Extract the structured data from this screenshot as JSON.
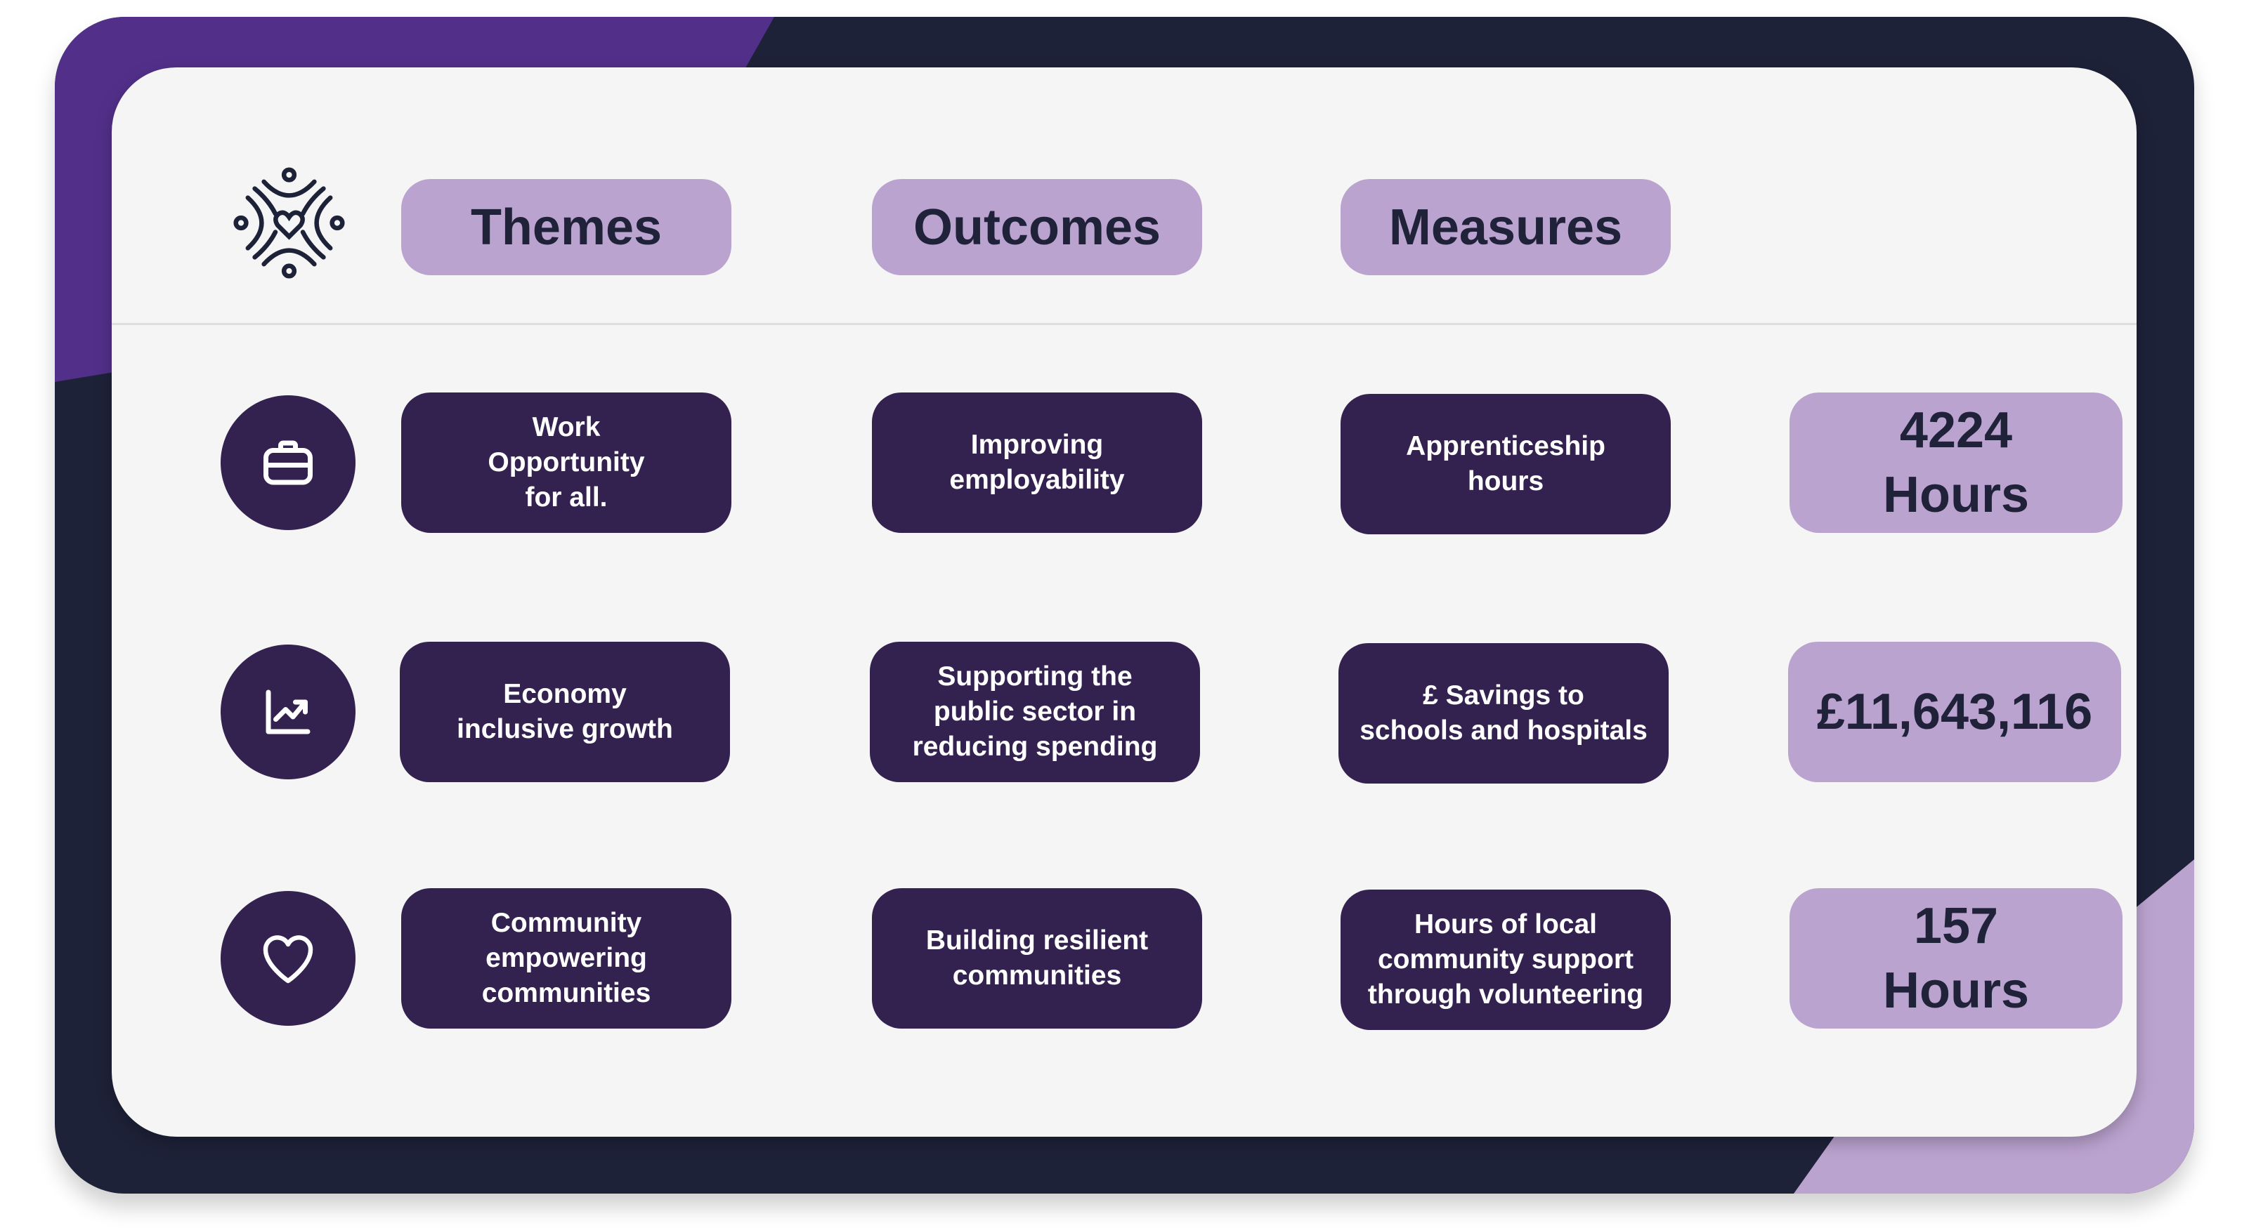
{
  "colors": {
    "frame": "#1e2239",
    "purple": "#52308a",
    "lavender": "#bba3cf",
    "pill_dark": "#33214f",
    "card": "#f5f5f5"
  },
  "headers": {
    "themes": "Themes",
    "outcomes": "Outcomes",
    "measures": "Measures"
  },
  "rows": [
    {
      "icon": "briefcase-icon",
      "theme": "Work\nOpportunity\nfor all.",
      "outcome": "Improving\nemployability",
      "measure": "Apprenticeship\nhours",
      "value": "4224\nHours"
    },
    {
      "icon": "chart-trend-icon",
      "theme": "Economy\ninclusive growth",
      "outcome": "Supporting the\npublic sector in\nreducing spending",
      "measure": "£ Savings to\nschools and hospitals",
      "value": "£11,643,116"
    },
    {
      "icon": "heart-icon",
      "theme": "Community\nempowering\ncommunities",
      "outcome": "Building resilient\ncommunities",
      "measure": "Hours of local\ncommunity support\nthrough volunteering",
      "value": "157\nHours"
    }
  ]
}
